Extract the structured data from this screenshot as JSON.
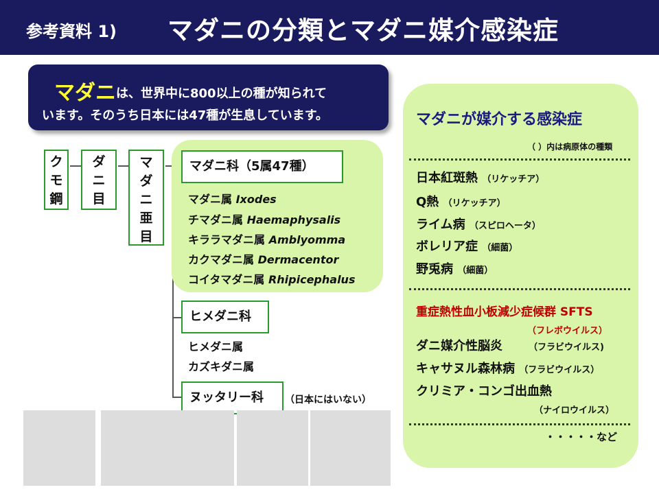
{
  "title": {
    "prefix": "参考資料 1)",
    "main": "マダニの分類とマダニ媒介感染症"
  },
  "intro": {
    "highlight": "マダニ",
    "line1_rest": "は、世界中に800以上の種が知られて",
    "line2": "います。そのうち日本には47種が生息しています。"
  },
  "taxonomy": {
    "class": [
      "ク",
      "モ",
      "鋼"
    ],
    "order": [
      "ダ",
      "ニ",
      "目"
    ],
    "suborder": [
      "マ",
      "ダ",
      "ニ",
      "亜",
      "目"
    ],
    "family_ixodidae": {
      "label": "マダニ科（5属47種）",
      "genera": [
        {
          "ja": "マダニ属",
          "latin": "Ixodes"
        },
        {
          "ja": "チマダニ属",
          "latin": "Haemaphysalis"
        },
        {
          "ja": "キララマダニ属",
          "latin": "Amblyomma"
        },
        {
          "ja": "カクマダニ属",
          "latin": "Dermacentor"
        },
        {
          "ja": "コイタマダニ属",
          "latin": "Rhipicephalus"
        }
      ]
    },
    "family_argasidae": {
      "label": "ヒメダニ科",
      "genera": [
        "ヒメダニ属",
        "カズキダニ属"
      ]
    },
    "family_nuttalliellidae": {
      "label": "ヌッタリー科",
      "note": "（日本にはいない）"
    }
  },
  "diseases": {
    "title_ja": "マダニが媒介する感染症",
    "note": "（ ）内は病原体の種類",
    "group1": [
      {
        "name": "日本紅斑熱",
        "pathogen": "（リケッチア）"
      },
      {
        "name": "Q熱",
        "pathogen": "（リケッチア）"
      },
      {
        "name": "ライム病",
        "pathogen": "（スピロヘータ）"
      },
      {
        "name": "ボレリア症",
        "pathogen": "（細菌）"
      },
      {
        "name": "野兎病",
        "pathogen": "（細菌）"
      }
    ],
    "sfts": {
      "name": "重症熱性血小板減少症候群 SFTS",
      "pathogen": "（フレボウイルス）"
    },
    "group2": [
      {
        "name": "ダニ媒介性脳炎",
        "pathogen": "（フラビウイルス)"
      },
      {
        "name": "キャサヌル森林病",
        "pathogen": "（フラビウイルス）"
      },
      {
        "name": "クリミア・コンゴ出血熱",
        "pathogen": "（ナイロウイルス）"
      }
    ],
    "etc": "・・・・・など"
  },
  "colors": {
    "navy": "#1a1a5e",
    "panel_green": "#d9f5a9",
    "box_border": "#2a9a2a",
    "highlight_yellow": "#ffff33",
    "sfts_red": "#c00000"
  }
}
